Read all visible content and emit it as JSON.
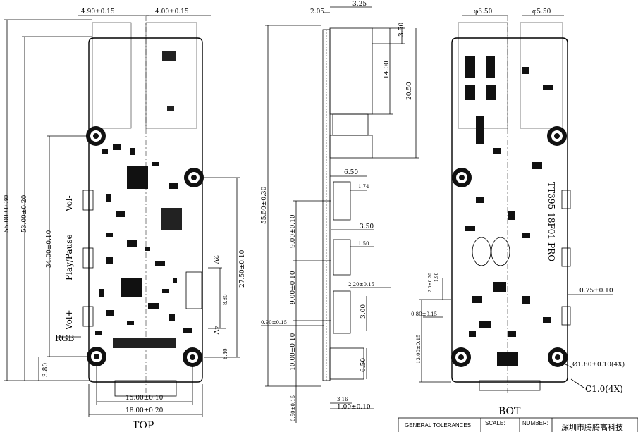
{
  "views": {
    "top": {
      "title": "TOP"
    },
    "bot": {
      "title": "BOT"
    },
    "side": {
      "title": ""
    }
  },
  "buttons": {
    "vol_minus": "Vol-",
    "play_pause": "Play/Pause",
    "vol_plus": "Vol+",
    "rgb": "RGB"
  },
  "top_dims": {
    "w_left": "4.90±0.15",
    "w_right": "4.00±0.15",
    "h_total": "55.00±0.30",
    "h_inner": "53.00±0.20",
    "btn_span": "34.00±0.10",
    "mid_h": "27.50±0.10",
    "bottom_offset": "3.80",
    "hole_pitch": "15.00±0.10",
    "width": "18.00±0.20",
    "v2": "2V",
    "v4": "4V",
    "d880": "8.80",
    "d840": "8.40"
  },
  "side_dims": {
    "d205": "2.05",
    "d325": "3.25",
    "d350a": "3.50",
    "d1400": "14.00",
    "d2050": "20.50",
    "d650a": "6.50",
    "d174": "1.74",
    "d5550": "55.50±0.30",
    "d900a": "9.00±0.10",
    "d350b": "3.50",
    "d150": "1.50",
    "d900b": "9.00±0.10",
    "d220": "2.20±0.15",
    "d300": "3.00",
    "d090": "0.90±0.15",
    "d1010": "10.00±0.10",
    "d650b": "6.50",
    "d015": "0.50±0.15",
    "d316": "3.16",
    "d100": "1.00±0.10"
  },
  "bot_dims": {
    "phi650": "φ6.50",
    "phi550": "φ5.50",
    "part": "TT395-18F01-PRO",
    "d075": "0.75±0.10",
    "d200": "2.0±0.20",
    "d190": "1.90",
    "d080": "0.80±0.15",
    "d1300": "13.00±0.15",
    "hole": "Ø1.80±0.10(4X)",
    "chamfer": "C1.0(4X)"
  },
  "title_block": {
    "tolerances": "GENERAL TOLERANCES",
    "scale": "SCALE:",
    "number": "NUMBER:",
    "company": "深圳市腾腾高科技"
  }
}
